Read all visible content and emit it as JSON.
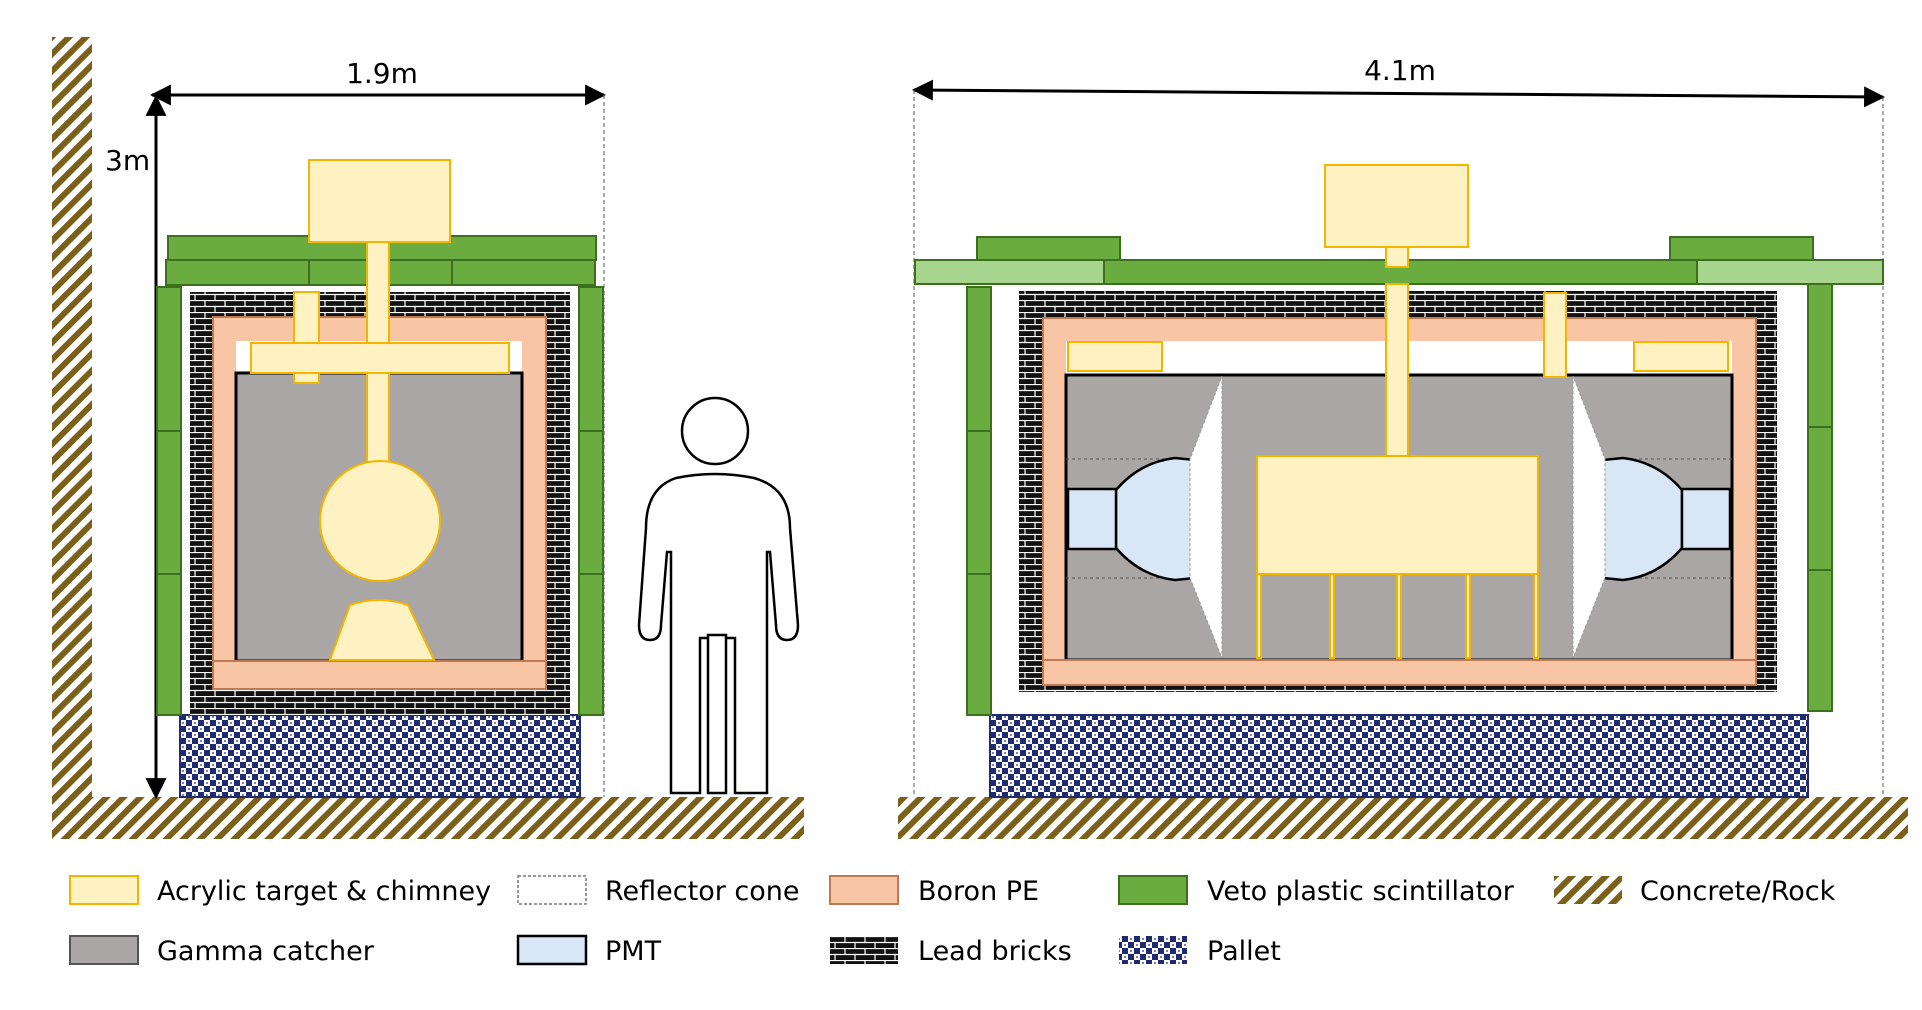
{
  "dimensions": {
    "left_width": "1.9m",
    "left_height": "3m",
    "right_width": "4.1m"
  },
  "legend": [
    {
      "label": "Acrylic target & chimney",
      "swatch": "acrylic"
    },
    {
      "label": "Reflector cone",
      "swatch": "reflector"
    },
    {
      "label": "Boron PE",
      "swatch": "boron"
    },
    {
      "label": "Veto plastic scintillator",
      "swatch": "veto"
    },
    {
      "label": "Concrete/Rock",
      "swatch": "concrete"
    },
    {
      "label": "Gamma catcher",
      "swatch": "gamma"
    },
    {
      "label": "PMT",
      "swatch": "pmt"
    },
    {
      "label": "Lead bricks",
      "swatch": "lead"
    },
    {
      "label": "Pallet",
      "swatch": "pallet"
    }
  ],
  "colors": {
    "acrylic_fill": "#fff2c2",
    "acrylic_stroke": "#f2b600",
    "gamma": "#aaa6a6",
    "boron": "#f8c6a4",
    "boron_stroke": "#bf7a55",
    "veto": "#6aac40",
    "veto_light": "#a8d58d",
    "veto_stroke": "#3c6f1e",
    "pmt": "#d8e6f6",
    "concrete": "#7a6018",
    "pallet": "#1f2b6e"
  }
}
